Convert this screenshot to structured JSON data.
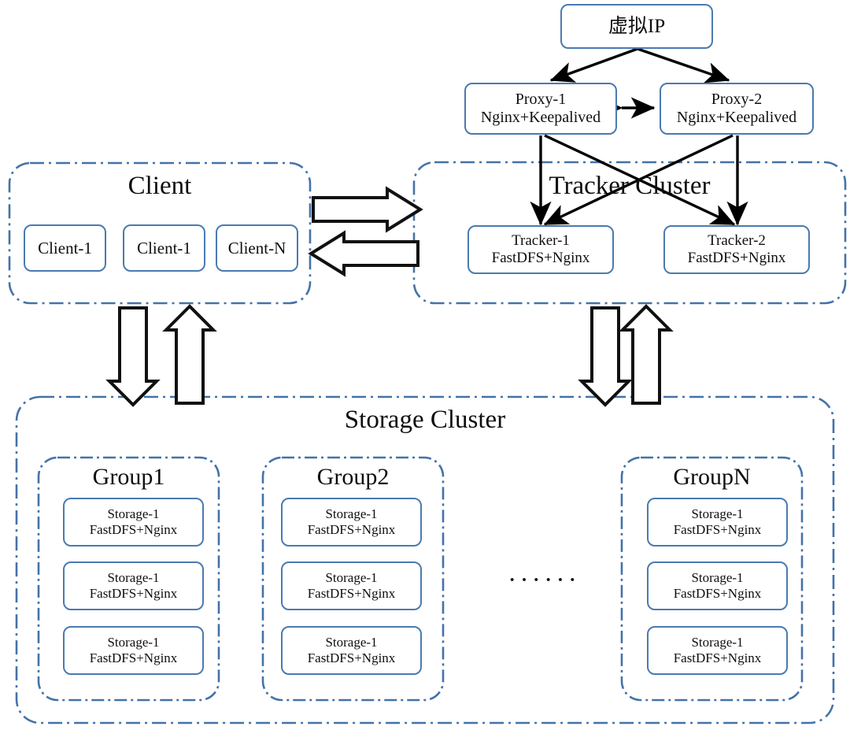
{
  "diagram": {
    "title_vip": "虚拟IP",
    "zones": {
      "client": "Client",
      "tracker": "Tracker Cluster",
      "storage": "Storage Cluster",
      "group1": "Group1",
      "group2": "Group2",
      "groupN": "GroupN"
    },
    "ellipsis": "······",
    "proxies": [
      {
        "line1": "Proxy-1",
        "line2": "Nginx+Keepalived"
      },
      {
        "line1": "Proxy-2",
        "line2": "Nginx+Keepalived"
      }
    ],
    "clients": [
      {
        "label": "Client-1"
      },
      {
        "label": "Client-1"
      },
      {
        "label": "Client-N"
      }
    ],
    "trackers": [
      {
        "line1": "Tracker-1",
        "line2": "FastDFS+Nginx"
      },
      {
        "line1": "Tracker-2",
        "line2": "FastDFS+Nginx"
      }
    ],
    "group1_storages": [
      {
        "line1": "Storage-1",
        "line2": "FastDFS+Nginx"
      },
      {
        "line1": "Storage-1",
        "line2": "FastDFS+Nginx"
      },
      {
        "line1": "Storage-1",
        "line2": "FastDFS+Nginx"
      }
    ],
    "group2_storages": [
      {
        "line1": "Storage-1",
        "line2": "FastDFS+Nginx"
      },
      {
        "line1": "Storage-1",
        "line2": "FastDFS+Nginx"
      },
      {
        "line1": "Storage-1",
        "line2": "FastDFS+Nginx"
      }
    ],
    "groupN_storages": [
      {
        "line1": "Storage-1",
        "line2": "FastDFS+Nginx"
      },
      {
        "line1": "Storage-1",
        "line2": "FastDFS+Nginx"
      },
      {
        "line1": "Storage-1",
        "line2": "FastDFS+Nginx"
      }
    ],
    "colors": {
      "node_border": "#4a7ab0",
      "zone_border": "#4472a8",
      "connector": "#000000",
      "background": "#ffffff",
      "text": "#0f0f0f"
    }
  }
}
